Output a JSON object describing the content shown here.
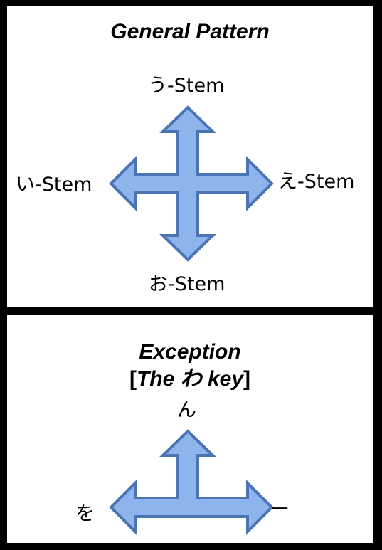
{
  "general_pattern": {
    "title": "General Pattern",
    "labels": {
      "up": "う-Stem",
      "left": "い-Stem",
      "right": "え-Stem",
      "down": "お-Stem"
    }
  },
  "exception": {
    "title": "Exception",
    "subtitle_open": "[",
    "subtitle": "The わ key",
    "subtitle_close": "]",
    "labels": {
      "up": "ん",
      "left": "を",
      "right": "ー"
    }
  },
  "colors": {
    "background": "#000000",
    "panel": "#ffffff",
    "arrow_fill": "#8eb4ec",
    "arrow_stroke": "#4a74b4"
  }
}
